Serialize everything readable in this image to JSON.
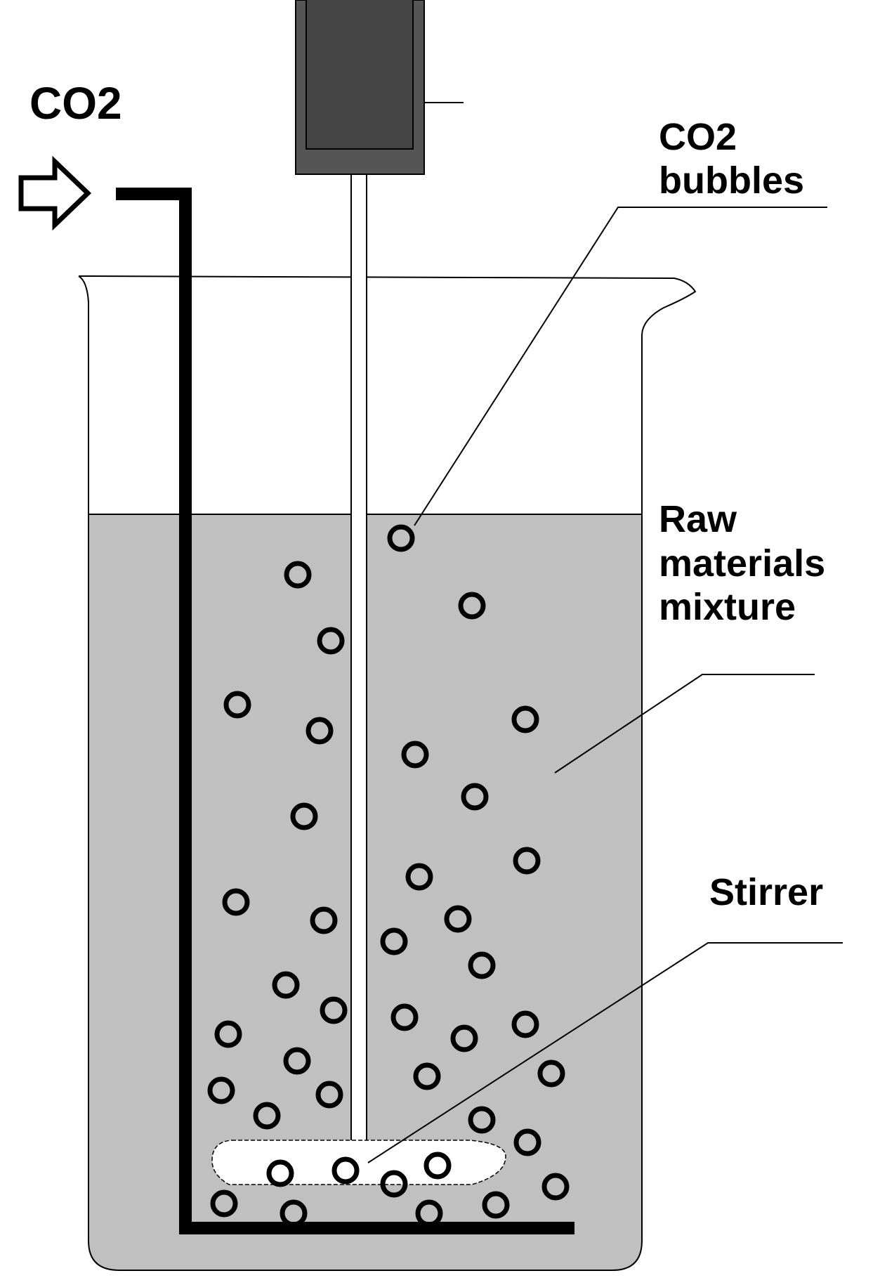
{
  "labels": {
    "co2_inlet": "CO2",
    "co2_bubbles_line1": "CO2",
    "co2_bubbles_line2": "bubbles",
    "raw_materials_line1": "Raw",
    "raw_materials_line2": "materials",
    "raw_materials_line3": "mixture",
    "stirrer": "Stirrer"
  },
  "colors": {
    "liquid": "#c0c0c0",
    "motor_outer": "#555555",
    "motor_inner": "#444444",
    "outline": "#000000",
    "background": "#ffffff"
  }
}
